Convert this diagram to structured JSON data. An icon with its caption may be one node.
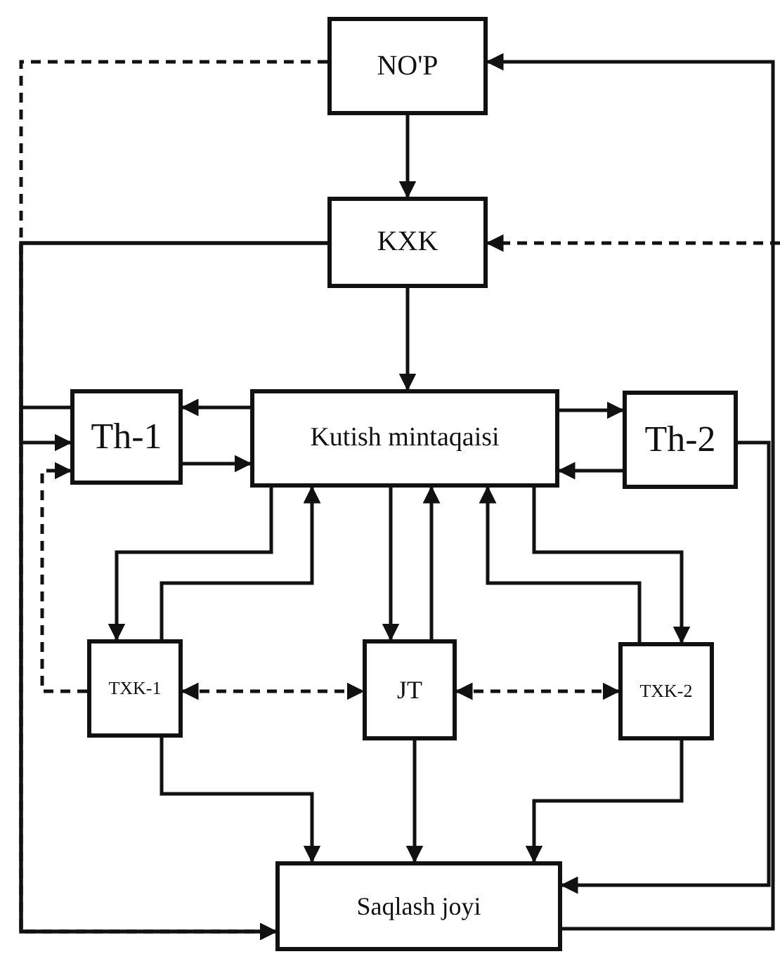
{
  "diagram": {
    "nodes": [
      {
        "text": [
          "NO'P"
        ]
      },
      {
        "text": [
          "KXK"
        ]
      },
      {
        "text": [
          "Th-1"
        ]
      },
      {
        "text": [
          "Kutish mintaqaisi"
        ]
      },
      {
        "text": [
          "Th-2"
        ]
      },
      {
        "text": [
          "TXK-1"
        ]
      },
      {
        "text": [
          "JT"
        ]
      },
      {
        "text": [
          "TXK-2"
        ]
      },
      {
        "text": [
          "Saqlash joyi"
        ]
      }
    ],
    "edges": [
      {
        "from": 0,
        "to": 1,
        "arrow": "to"
      },
      {
        "from": 8,
        "to": 0,
        "arrow": "to"
      },
      {
        "from": null,
        "to": 1,
        "arrow": "to",
        "style": "dashed"
      },
      {
        "from": 0,
        "to": 8,
        "arrow": "to",
        "style": "dashed"
      },
      {
        "from": 1,
        "to": 2,
        "arrow": "to"
      },
      {
        "from": 1,
        "to": 8,
        "arrow": "to"
      },
      {
        "from": 2,
        "to": 8,
        "arrow": "to"
      },
      {
        "from": 1,
        "to": 3,
        "arrow": "to"
      },
      {
        "from": 3,
        "to": 2,
        "arrow": "to"
      },
      {
        "from": 2,
        "to": 3,
        "arrow": "to"
      },
      {
        "from": 3,
        "to": 4,
        "arrow": "to"
      },
      {
        "from": 4,
        "to": 3,
        "arrow": "to"
      },
      {
        "from": 3,
        "to": 5,
        "arrow": "to"
      },
      {
        "from": 5,
        "to": 3,
        "arrow": "to"
      },
      {
        "from": 3,
        "to": 6,
        "arrow": "to"
      },
      {
        "from": 6,
        "to": 3,
        "arrow": "to"
      },
      {
        "from": 3,
        "to": 7,
        "arrow": "to"
      },
      {
        "from": 7,
        "to": 3,
        "arrow": "to"
      },
      {
        "from": 5,
        "to": 6,
        "arrow": "both",
        "style": "dashed"
      },
      {
        "from": 6,
        "to": 7,
        "arrow": "both",
        "style": "dashed"
      },
      {
        "from": 5,
        "to": 2,
        "arrow": "to",
        "style": "dashed"
      },
      {
        "from": 5,
        "to": 8,
        "arrow": "to"
      },
      {
        "from": 6,
        "to": 8,
        "arrow": "to"
      },
      {
        "from": 7,
        "to": 8,
        "arrow": "to"
      },
      {
        "from": 4,
        "to": 8,
        "arrow": "to"
      }
    ]
  }
}
